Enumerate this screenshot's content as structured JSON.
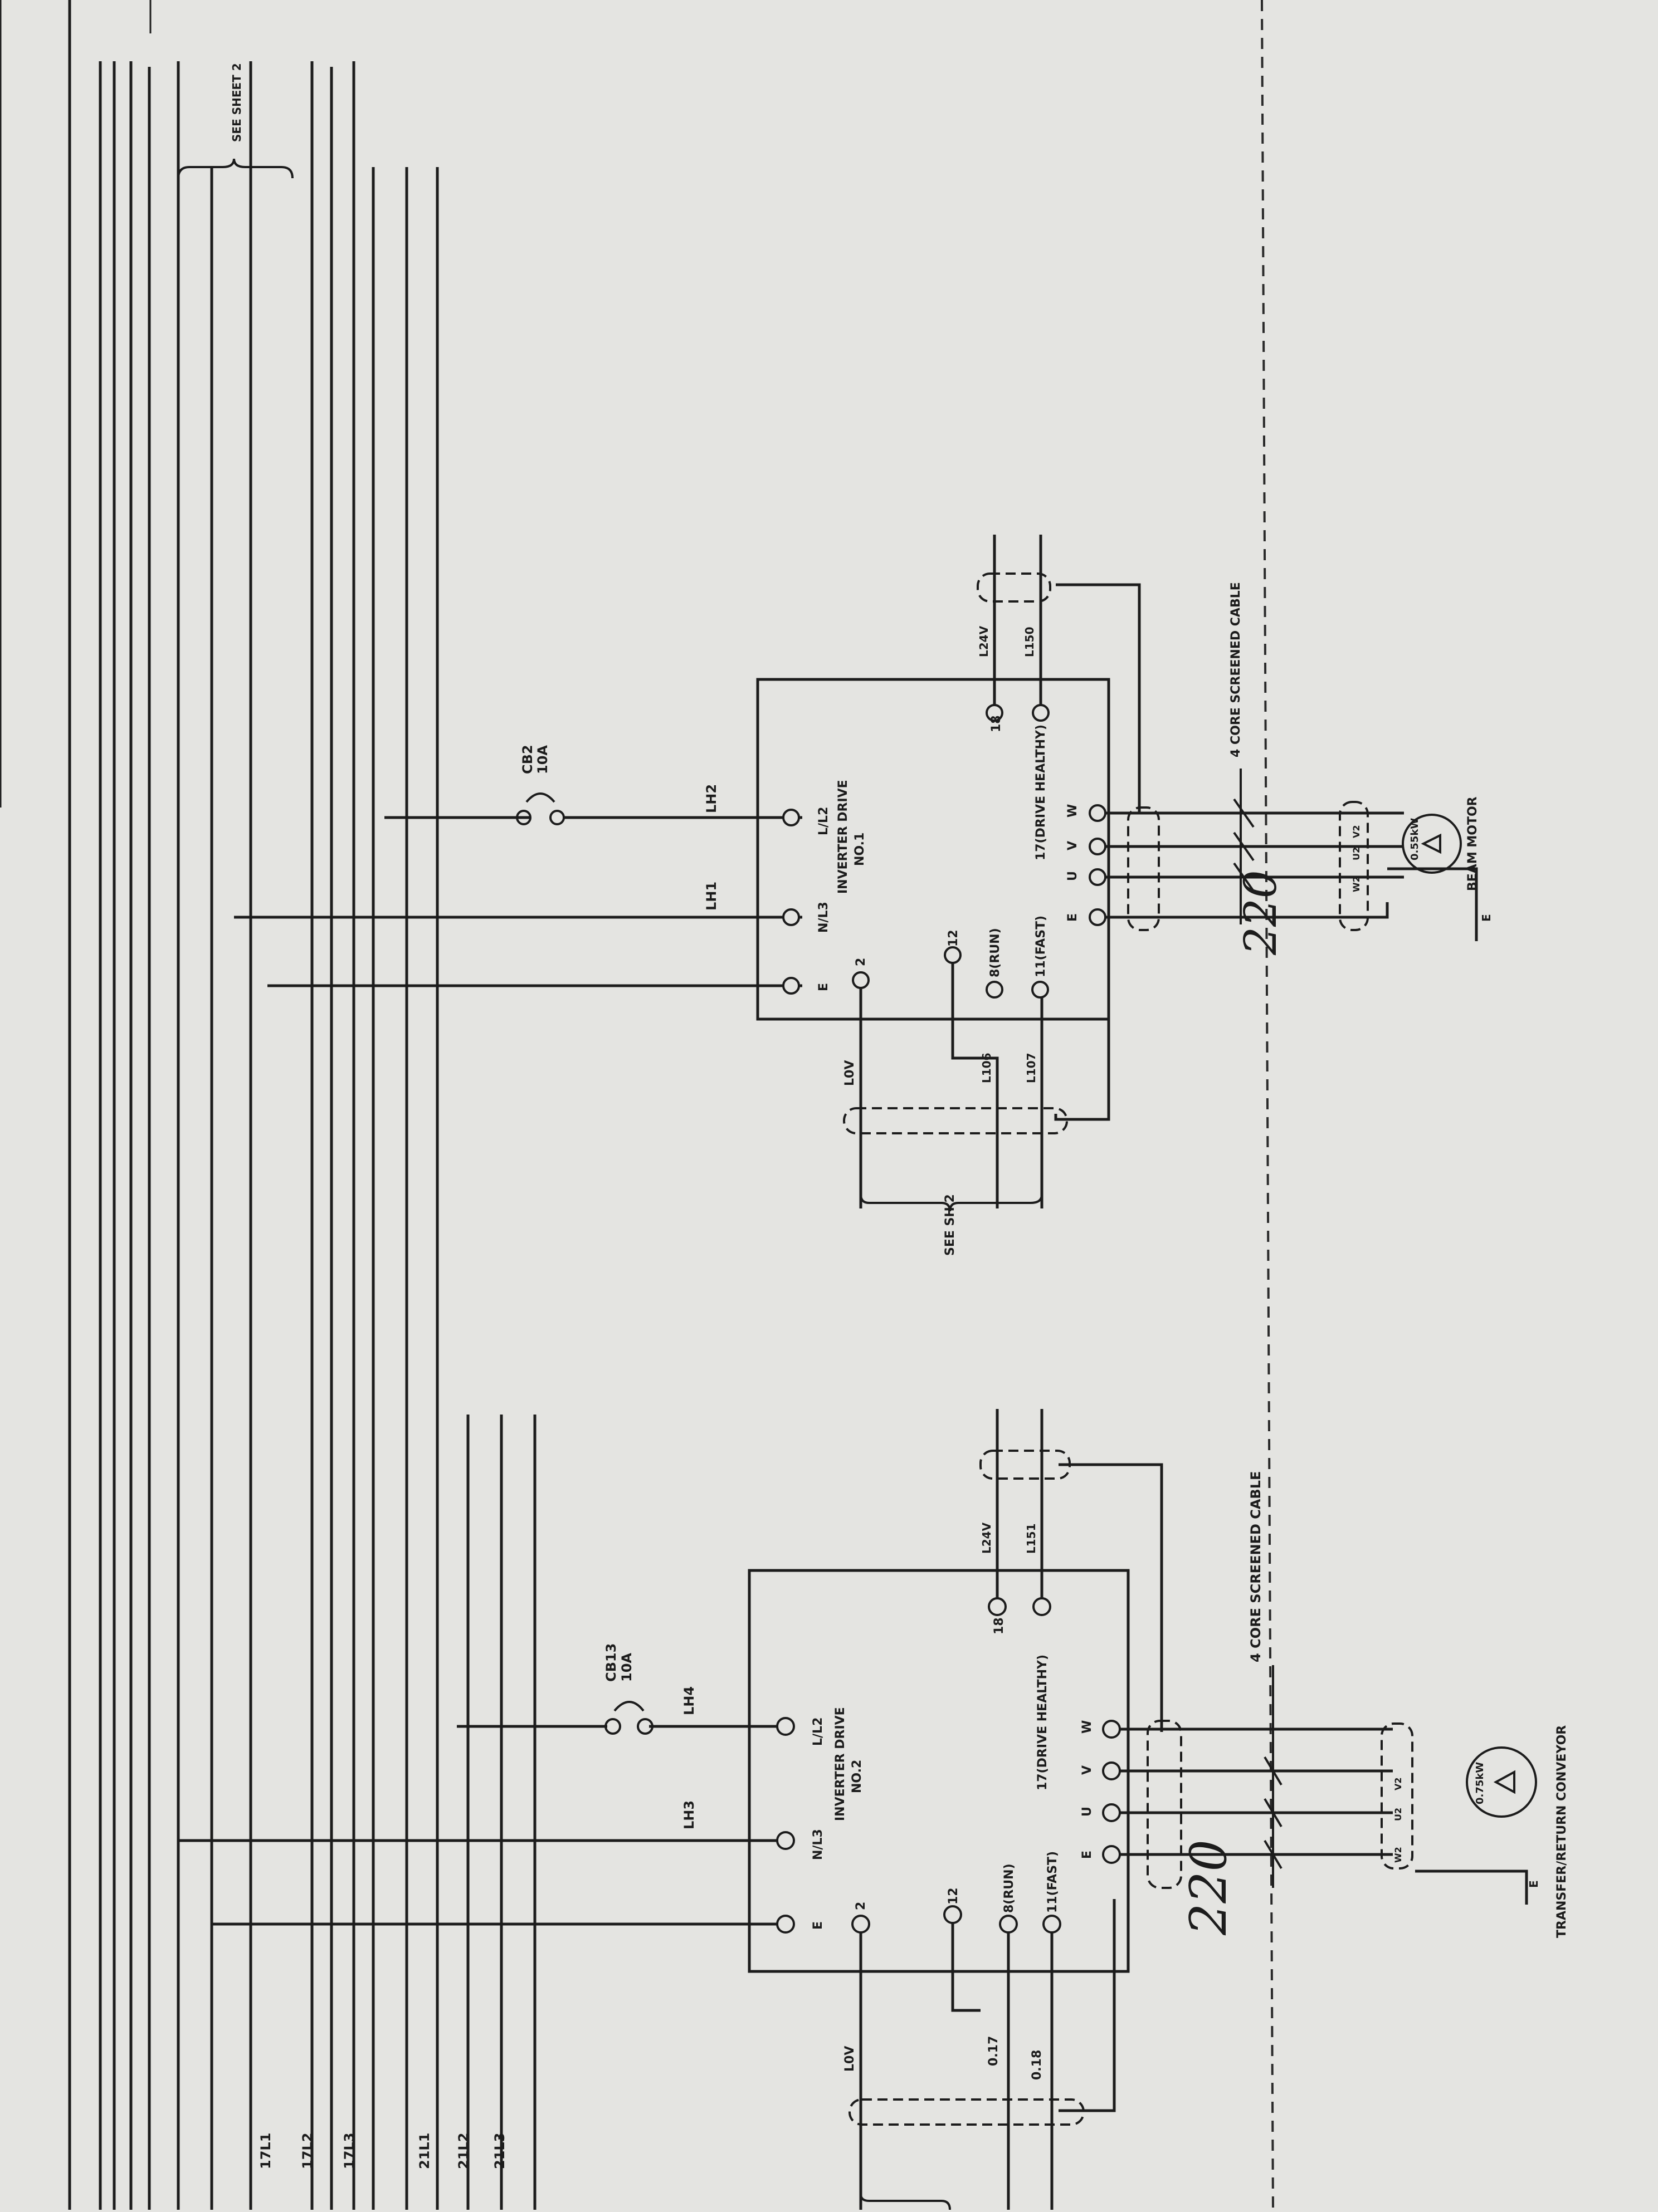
{
  "sheet": {
    "see_sheet": "SEE SHEET 2",
    "bus_lines": [
      "17L1",
      "17L2",
      "17L3",
      "21L1",
      "21L2",
      "21L3"
    ]
  },
  "drive1": {
    "title": "INVERTER DRIVE",
    "number": "NO.1",
    "breaker": {
      "label": "CB2",
      "rating": "10A"
    },
    "wires": {
      "l1": "LH1",
      "l2": "LH2",
      "common": "L0V",
      "run": "L106",
      "fast": "L107",
      "v24": "L24V",
      "healthy": "L150"
    },
    "terminals": {
      "e": "E",
      "l3": "N/L3",
      "l2": "L/L2",
      "t2": "2",
      "t12": "12",
      "run": "8(RUN)",
      "fast": "11(FAST)",
      "t18": "18",
      "healthy": "17(DRIVE HEALTHY)",
      "u": "U",
      "v": "V",
      "w": "W",
      "eo": "E"
    },
    "cable": "4 CORE SCREENED CABLE",
    "motor": {
      "rating": "0.55kW",
      "name": "BEAM MOTOR",
      "leads": [
        "W2",
        "U2",
        "V2"
      ]
    },
    "handwritten": "220",
    "bracket": "SEE SH 2"
  },
  "drive2": {
    "title": "INVERTER DRIVE",
    "number": "NO.2",
    "breaker": {
      "label": "CB13",
      "rating": "10A"
    },
    "wires": {
      "l1": "LH3",
      "l2": "LH4",
      "common": "L0V",
      "run": "0.17",
      "fast": "0.18",
      "v24": "L24V",
      "healthy": "L151"
    },
    "terminals": {
      "e": "E",
      "l3": "N/L3",
      "l2": "L/L2",
      "t2": "2",
      "t12": "12",
      "run": "8(RUN)",
      "fast": "11(FAST)",
      "t18": "18",
      "healthy": "17(DRIVE HEALTHY)",
      "u": "U",
      "v": "V",
      "w": "W",
      "eo": "E"
    },
    "cable": "4 CORE SCREENED CABLE",
    "motor": {
      "rating": "0.75kW",
      "name": "TRANSFER/RETURN CONVEYOR",
      "leads": [
        "W2",
        "U2",
        "V2"
      ]
    },
    "handwritten": "220"
  },
  "earth_symbol": "E",
  "colors": {
    "paper": "#e4e4e1",
    "ink": "#1c1c1c"
  }
}
